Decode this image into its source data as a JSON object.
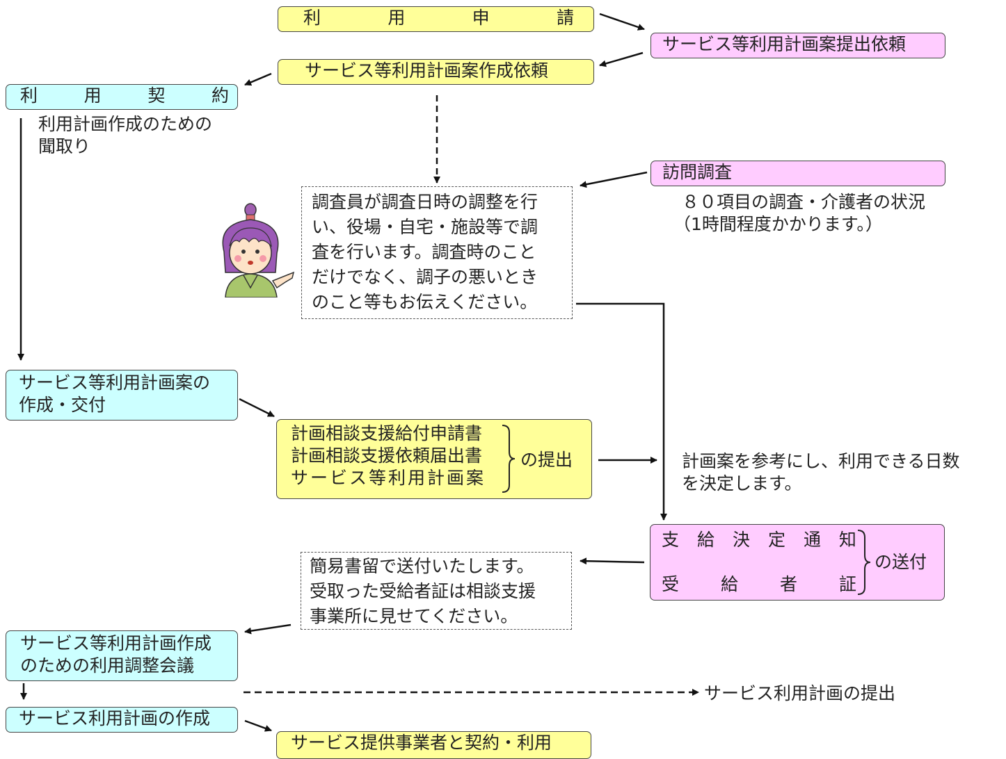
{
  "steps": {
    "application": [
      "利",
      "用",
      "申",
      "請"
    ],
    "plan_draft_request_submit": "サービス等利用計画案提出依頼",
    "plan_draft_create_request": "サービス等利用計画案作成依頼",
    "contract": [
      "利",
      "用",
      "契",
      "約"
    ],
    "hearing": [
      "利用計画作成のための",
      "聞取り"
    ],
    "visit_survey": "訪問調査",
    "survey_detail": [
      "８０項目の調査・介護者の状況",
      "（1時間程度かかります。）"
    ],
    "investigator_note": [
      "調査員が調査日時の調整を行",
      "い、役場・自宅・施設等で調",
      "査を行います。調査時のこと",
      "だけでなく、調子の悪いとき",
      "のこと等もお伝えください。"
    ],
    "plan_draft_issue": [
      "サービス等利用計画案の",
      "作成・交付"
    ],
    "submit_docs": [
      "計画相談支援給付申請書",
      "計画相談支援依頼届出書",
      "サービス等利用計画案"
    ],
    "submit_suffix": "の提出",
    "decision_note": [
      "計画案を参考にし、利用できる日数",
      "を決定します。"
    ],
    "decision_notice": [
      "支",
      "給",
      "決",
      "定",
      "通",
      "知"
    ],
    "recipient_cert": [
      "受",
      "給",
      "者",
      "証"
    ],
    "send_suffix": "の送付",
    "mail_note": [
      "簡易書留で送付いたします。",
      "受取った受給者証は相談支援",
      "事業所に見せてください。"
    ],
    "coordination_meeting": [
      "サービス等利用計画作成",
      "のための利用調整会議"
    ],
    "plan_submit": "サービス利用計画の提出",
    "plan_create": "サービス利用計画の作成",
    "provider_contract": "サービス提供事業者と契約・利用"
  }
}
